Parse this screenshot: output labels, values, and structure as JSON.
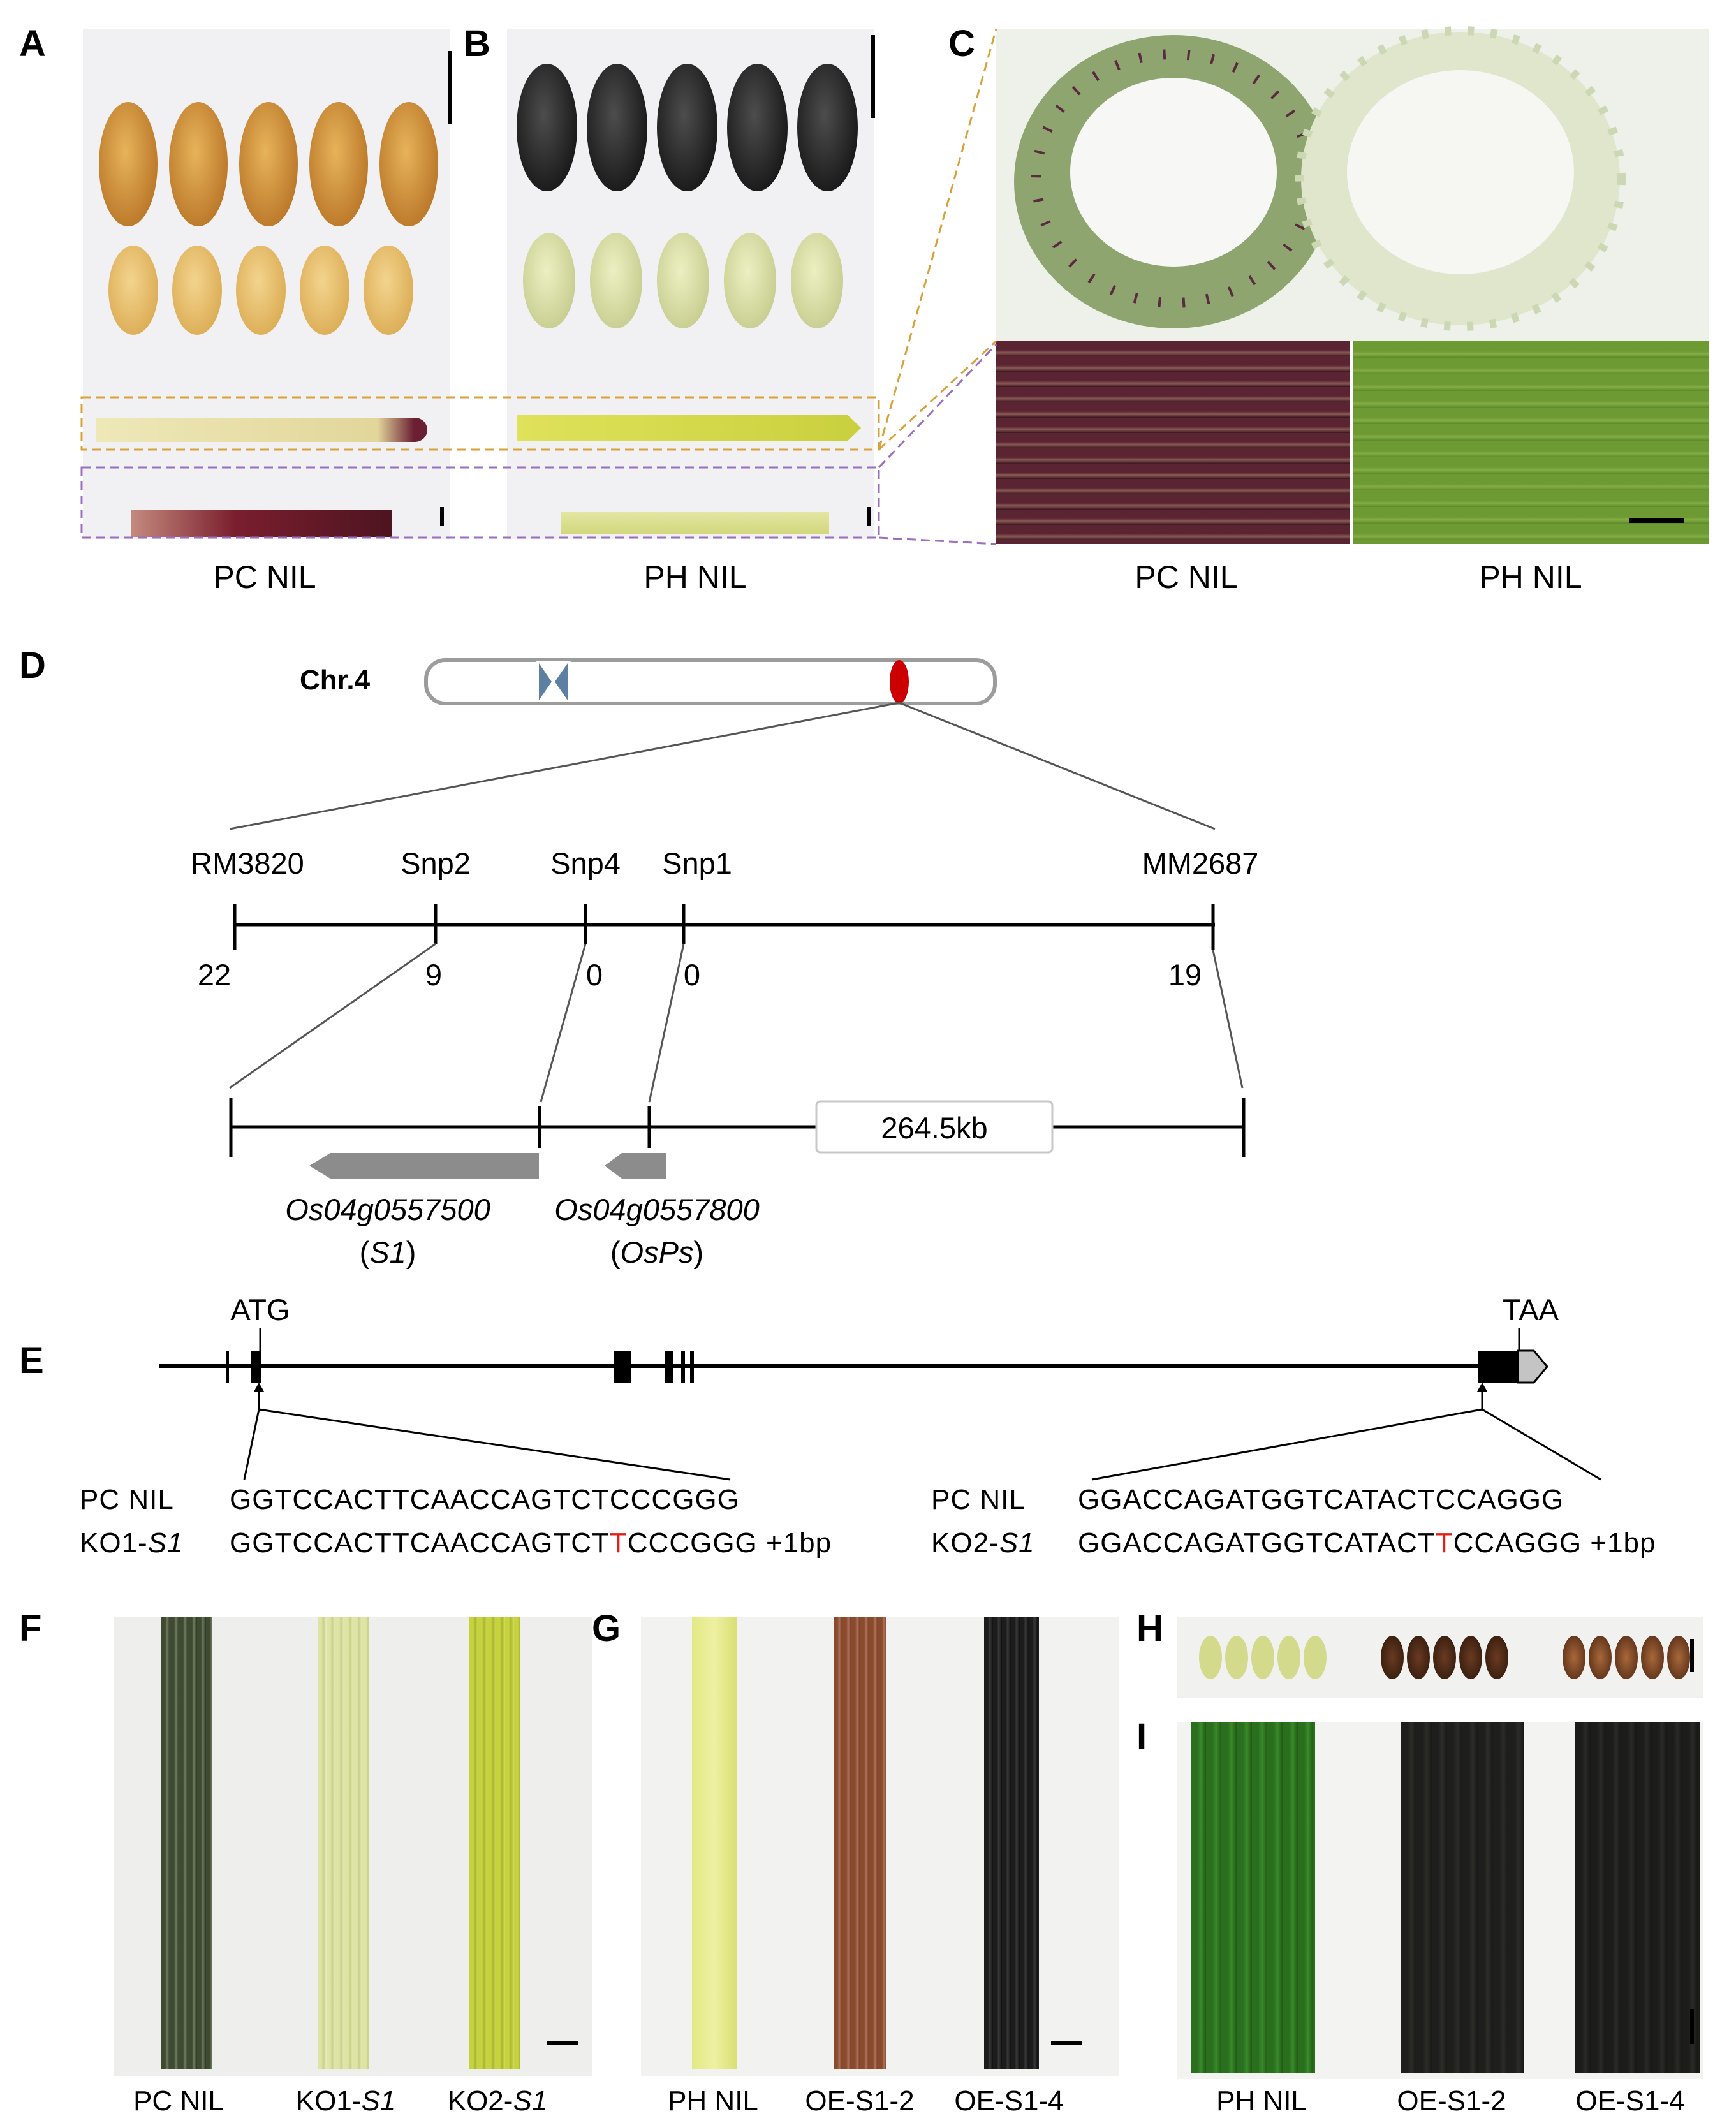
{
  "panels": {
    "A": "A",
    "B": "B",
    "C": "C",
    "D": "D",
    "E": "E",
    "F": "F",
    "G": "G",
    "H": "H",
    "I": "I"
  },
  "ab_labels": {
    "pc": "PC NIL",
    "ph": "PH NIL"
  },
  "c_labels": {
    "pc": "PC NIL",
    "ph": "PH NIL"
  },
  "chromosome": {
    "name": "Chr.4"
  },
  "markers": [
    {
      "name": "RM3820",
      "count": "22"
    },
    {
      "name": "Snp2",
      "count": "9"
    },
    {
      "name": "Snp4",
      "count": "0"
    },
    {
      "name": "Snp1",
      "count": "0"
    },
    {
      "name": "MM2687",
      "count": "19"
    }
  ],
  "region": {
    "size": "264.5kb"
  },
  "genes": [
    {
      "id": "Os04g0557500",
      "alias": "S1"
    },
    {
      "id": "Os04g0557800",
      "alias": "OsPs"
    }
  ],
  "gene_struct": {
    "start": "ATG",
    "stop": "TAA"
  },
  "ko1": {
    "wt_label": "PC NIL",
    "mut_prefix": "KO1-",
    "mut_gene": "S1",
    "wt_seq": "GGTCCACTTCAACCAGTCTCCCGGG",
    "mut_seq_a": "GGTCCACTTCAACCAGTCT",
    "mut_ins": "T",
    "mut_seq_b": "CCCGGG",
    "note": "+1bp"
  },
  "ko2": {
    "wt_label": "PC NIL",
    "mut_prefix": "KO2-",
    "mut_gene": "S1",
    "wt_seq": "GGACCAGATGGTCATACTCCAGGG",
    "mut_seq_a": "GGACCAGATGGTCATACT",
    "mut_ins": "T",
    "mut_seq_b": "CCAGGG",
    "note": "+1bp"
  },
  "f_labels": [
    {
      "text": "PC NIL",
      "gene": ""
    },
    {
      "text": "KO1-",
      "gene": "S1"
    },
    {
      "text": "KO2-",
      "gene": "S1"
    }
  ],
  "gi_labels": {
    "g": [
      "PH NIL",
      "OE-S1-2",
      "OE-S1-4"
    ],
    "i": [
      "PH NIL",
      "OE-S1-2",
      "OE-S1-4"
    ]
  },
  "colors": {
    "pc_grain": "#c9882f",
    "ph_hull": "#2e2e2e",
    "pc_dehulled": "#e8c070",
    "ph_dehulled": "#d8dc9a",
    "purple": "#5a2a34",
    "green_stem": "#c8d45a",
    "leaf_green": "#2f7a22",
    "mutation": "#e0201b",
    "box_orange": "#d9a13a",
    "box_purple": "#9a6fc0",
    "centromere": "#5d7fa3",
    "locus": "#cc0000"
  }
}
